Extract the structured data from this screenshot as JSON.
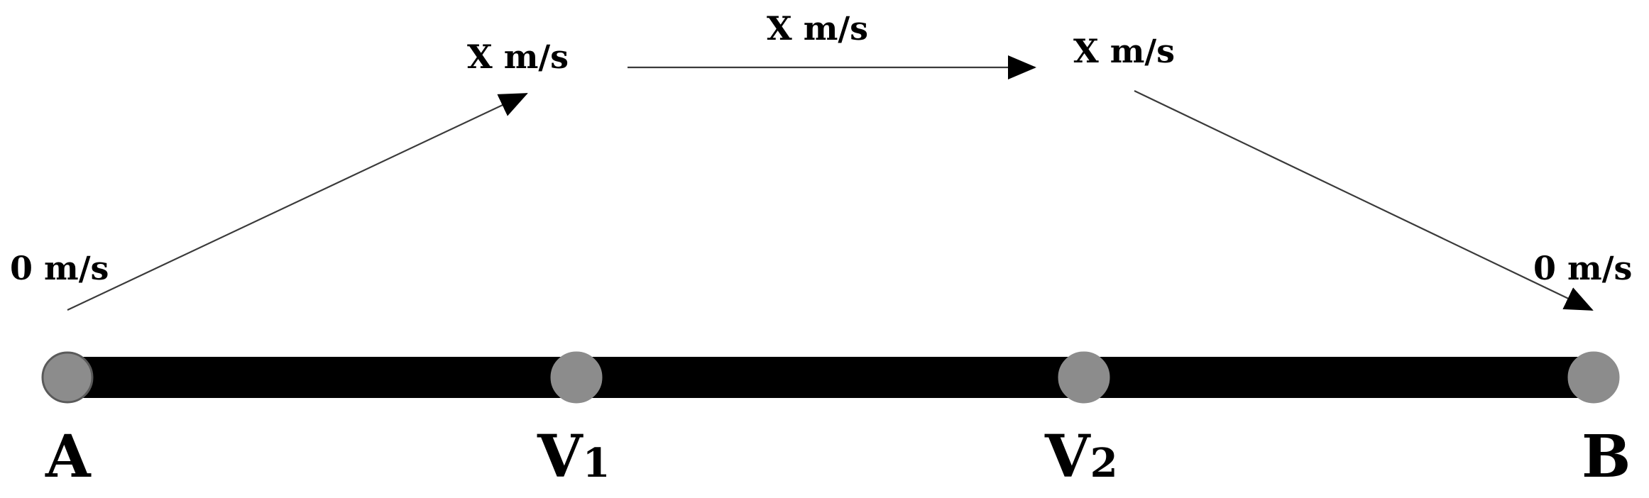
{
  "colors": {
    "track": "#000000",
    "node_fill": "#8c8c8c",
    "node_stroke": "#5a5a5a",
    "arrow": "#3a3a3a",
    "text": "#000000"
  },
  "stations": {
    "a": {
      "label": "A"
    },
    "v1": {
      "label": "V",
      "subscript": "1"
    },
    "v2": {
      "label": "V",
      "subscript": "2"
    },
    "b": {
      "label": "B"
    }
  },
  "speeds": {
    "start": "0 m/s",
    "accel_end": "X m/s",
    "cruise": "X m/s",
    "decel_start": "X m/s",
    "end": "0 m/s"
  }
}
